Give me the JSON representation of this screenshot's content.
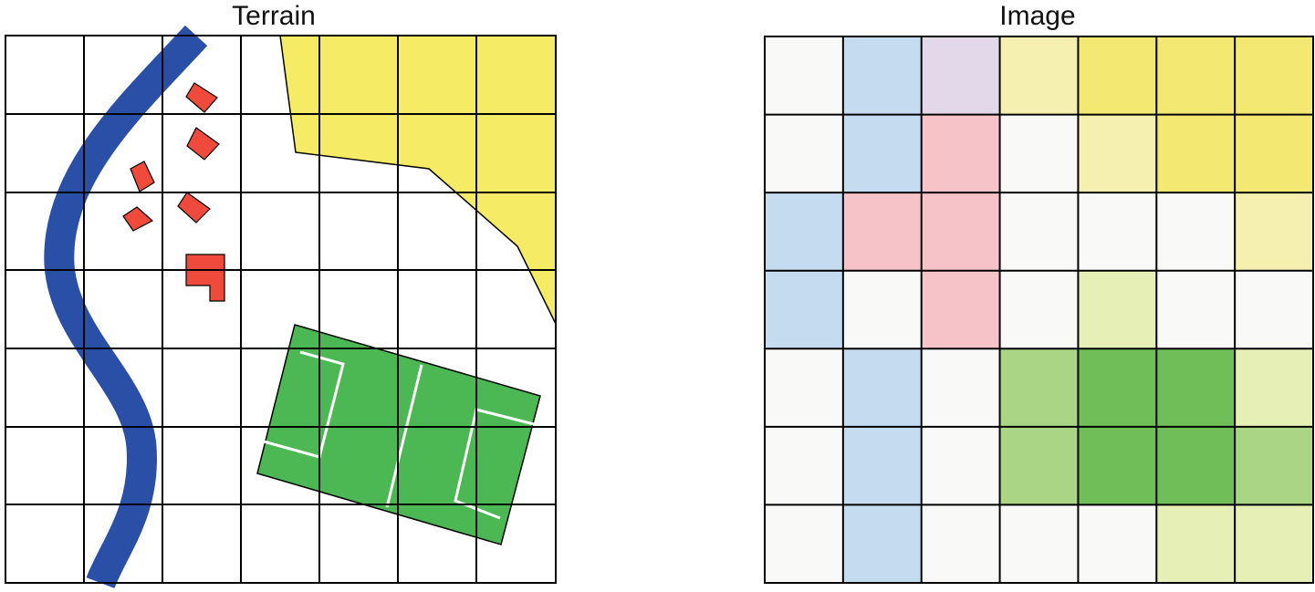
{
  "terrain": {
    "title": "Terrain",
    "grid": {
      "rows": 7,
      "cols": 7
    },
    "colors": {
      "river": "#2a4fa6",
      "house": "#ef4a3c",
      "field": "#f5eb64",
      "pitch": "#4cb853",
      "pitch_lines": "#ffffff",
      "grid": "#000000"
    },
    "features": [
      "river",
      "houses",
      "yellow-field",
      "football-pitch"
    ]
  },
  "image": {
    "title": "Image",
    "grid": {
      "rows": 7,
      "cols": 7
    },
    "palette": {
      "W": "#f9f9f7",
      "B": "#c5dbef",
      "L": "#e2d8ea",
      "P": "#f6c3c9",
      "y": "#f6f0b0",
      "Y": "#f2e872",
      "g": "#e6f0b6",
      "m": "#a9d585",
      "G": "#6fbe58"
    },
    "cells": [
      [
        "W",
        "B",
        "L",
        "y",
        "Y",
        "Y",
        "Y"
      ],
      [
        "W",
        "B",
        "P",
        "W",
        "y",
        "Y",
        "Y"
      ],
      [
        "B",
        "P",
        "P",
        "W",
        "W",
        "W",
        "y"
      ],
      [
        "B",
        "W",
        "P",
        "W",
        "g",
        "W",
        "W"
      ],
      [
        "W",
        "B",
        "W",
        "m",
        "G",
        "G",
        "g"
      ],
      [
        "W",
        "B",
        "W",
        "m",
        "G",
        "G",
        "m"
      ],
      [
        "W",
        "B",
        "W",
        "W",
        "W",
        "g",
        "g"
      ]
    ]
  }
}
